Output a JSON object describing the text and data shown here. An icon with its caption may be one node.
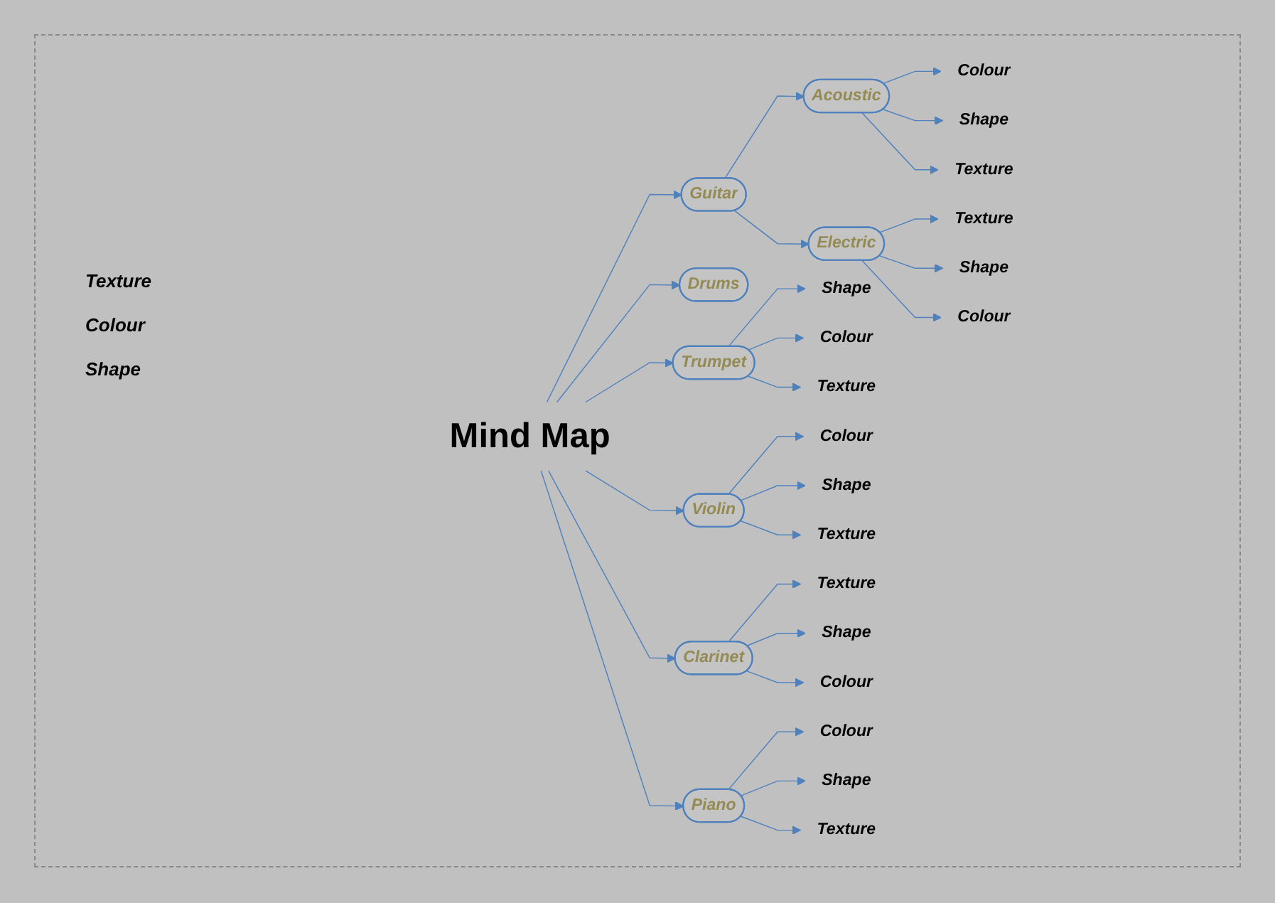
{
  "diagram": {
    "nodes": [
      {
        "text": [
          "Mind Map"
        ]
      },
      {
        "text": [
          "Guitar"
        ]
      },
      {
        "text": [
          "Acoustic"
        ]
      },
      {
        "text": [
          "Electric"
        ]
      },
      {
        "text": [
          "Drums"
        ]
      },
      {
        "text": [
          "Trumpet"
        ]
      },
      {
        "text": [
          "Violin"
        ]
      },
      {
        "text": [
          "Clarinet"
        ]
      },
      {
        "text": [
          "Piano"
        ]
      },
      {
        "text": [
          "Colour"
        ]
      },
      {
        "text": [
          "Shape"
        ]
      },
      {
        "text": [
          "Texture"
        ]
      },
      {
        "text": [
          "Texture"
        ]
      },
      {
        "text": [
          "Shape"
        ]
      },
      {
        "text": [
          "Colour"
        ]
      },
      {
        "text": [
          "Shape"
        ]
      },
      {
        "text": [
          "Colour"
        ]
      },
      {
        "text": [
          "Texture"
        ]
      },
      {
        "text": [
          "Colour"
        ]
      },
      {
        "text": [
          "Shape"
        ]
      },
      {
        "text": [
          "Texture"
        ]
      },
      {
        "text": [
          "Texture"
        ]
      },
      {
        "text": [
          "Shape"
        ]
      },
      {
        "text": [
          "Colour"
        ]
      },
      {
        "text": [
          "Colour"
        ]
      },
      {
        "text": [
          "Shape"
        ]
      },
      {
        "text": [
          "Texture"
        ]
      }
    ],
    "edges": [
      {
        "from": 0,
        "to": 1,
        "arrow": "to"
      },
      {
        "from": 0,
        "to": 4,
        "arrow": "to"
      },
      {
        "from": 0,
        "to": 5,
        "arrow": "to"
      },
      {
        "from": 0,
        "to": 6,
        "arrow": "to"
      },
      {
        "from": 0,
        "to": 7,
        "arrow": "to"
      },
      {
        "from": 0,
        "to": 8,
        "arrow": "to"
      },
      {
        "from": 1,
        "to": 2,
        "arrow": "to"
      },
      {
        "from": 1,
        "to": 3,
        "arrow": "to"
      },
      {
        "from": 2,
        "to": 9,
        "arrow": "to"
      },
      {
        "from": 2,
        "to": 10,
        "arrow": "to"
      },
      {
        "from": 2,
        "to": 11,
        "arrow": "to"
      },
      {
        "from": 3,
        "to": 12,
        "arrow": "to"
      },
      {
        "from": 3,
        "to": 13,
        "arrow": "to"
      },
      {
        "from": 3,
        "to": 14,
        "arrow": "to"
      },
      {
        "from": 5,
        "to": 15,
        "arrow": "to"
      },
      {
        "from": 5,
        "to": 16,
        "arrow": "to"
      },
      {
        "from": 5,
        "to": 17,
        "arrow": "to"
      },
      {
        "from": 6,
        "to": 18,
        "arrow": "to"
      },
      {
        "from": 6,
        "to": 19,
        "arrow": "to"
      },
      {
        "from": 6,
        "to": 20,
        "arrow": "to"
      },
      {
        "from": 7,
        "to": 21,
        "arrow": "to"
      },
      {
        "from": 7,
        "to": 22,
        "arrow": "to"
      },
      {
        "from": 7,
        "to": 23,
        "arrow": "to"
      },
      {
        "from": 8,
        "to": 24,
        "arrow": "to"
      },
      {
        "from": 8,
        "to": 25,
        "arrow": "to"
      },
      {
        "from": 8,
        "to": 26,
        "arrow": "to"
      }
    ],
    "labels": [
      "Texture",
      "Colour",
      "Shape"
    ]
  }
}
